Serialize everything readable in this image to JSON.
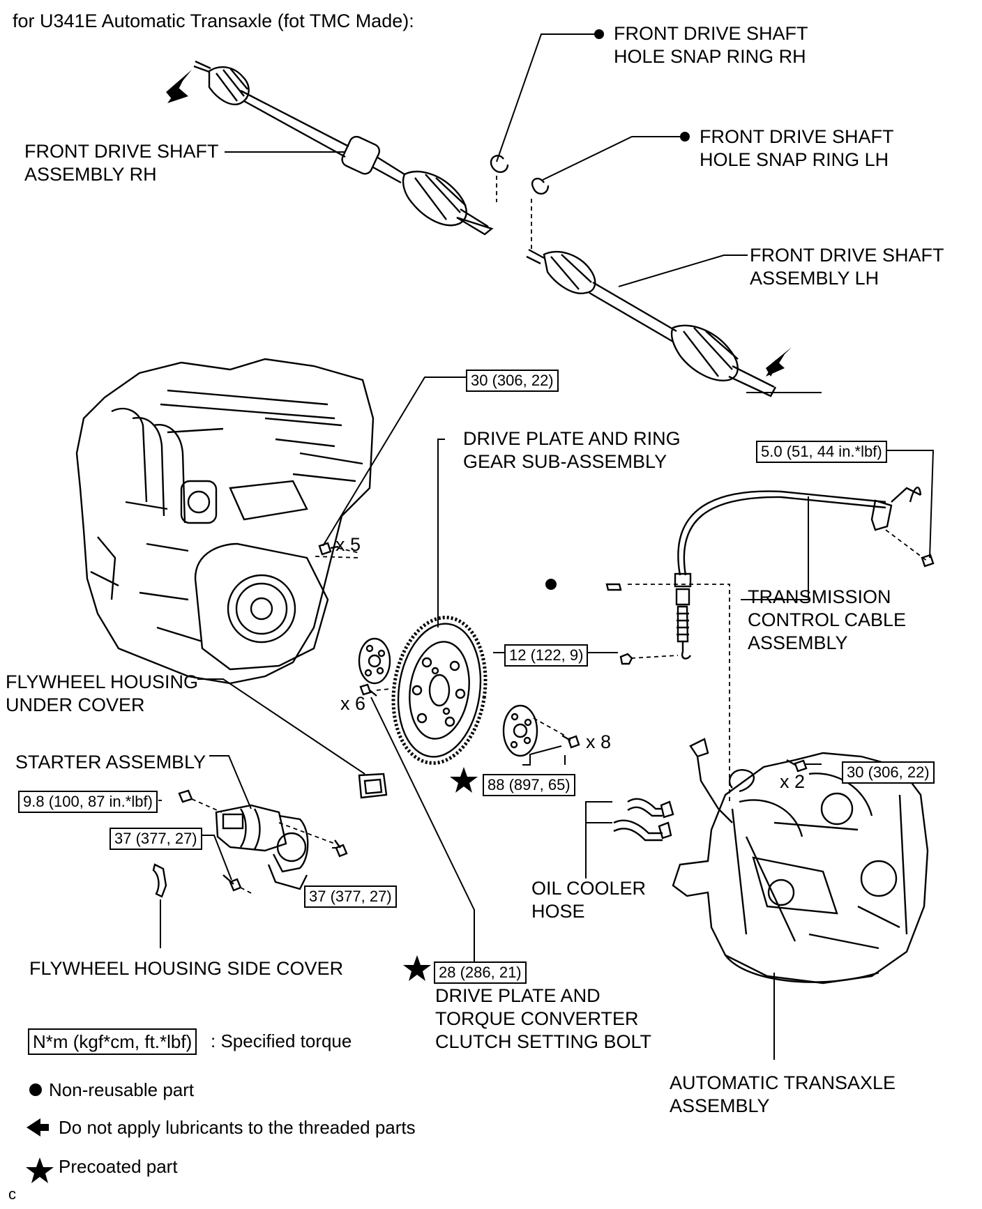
{
  "title": "for U341E Automatic Transaxle (fot TMC Made):",
  "labels": {
    "snap_ring_rh": [
      "FRONT DRIVE SHAFT",
      "HOLE SNAP RING RH"
    ],
    "snap_ring_lh": [
      "FRONT DRIVE SHAFT",
      "HOLE SNAP RING LH"
    ],
    "drive_shaft_rh": [
      "FRONT DRIVE SHAFT",
      "ASSEMBLY RH"
    ],
    "drive_shaft_lh": [
      "FRONT DRIVE SHAFT",
      "ASSEMBLY LH"
    ],
    "drive_plate": [
      "DRIVE PLATE AND RING",
      "GEAR SUB-ASSEMBLY"
    ],
    "control_cable": [
      "TRANSMISSION",
      "CONTROL CABLE",
      "ASSEMBLY"
    ],
    "flywheel_under": [
      "FLYWHEEL HOUSING",
      "UNDER COVER"
    ],
    "starter": "STARTER ASSEMBLY",
    "oil_cooler": [
      "OIL COOLER",
      "HOSE"
    ],
    "flywheel_side": "FLYWHEEL HOUSING SIDE COVER",
    "setting_bolt": [
      "DRIVE PLATE AND",
      "TORQUE CONVERTER",
      "CLUTCH SETTING BOLT"
    ],
    "transaxle": [
      "AUTOMATIC TRANSAXLE",
      "ASSEMBLY"
    ]
  },
  "torques": {
    "engine_bolts": "30 (306, 22)",
    "cable_bracket": "5.0 (51, 44 in.*lbf)",
    "cable_nut": "12 (122, 9)",
    "drive_plate_bolts": "88 (897, 65)",
    "transaxle_bolts": "30 (306, 22)",
    "starter_nut": "9.8 (100, 87 in.*lbf)",
    "starter_bolt_left": "37 (377, 27)",
    "starter_bolt_right": "37 (377, 27)",
    "setting_bolt": "28 (286, 21)"
  },
  "quantities": {
    "engine_bolts": "x 5",
    "setting_bolts": "x 6",
    "drive_plate_bolts": "x 8",
    "transaxle_bolts": "x 2"
  },
  "legend": {
    "torque_box": "N*m (kgf*cm, ft.*lbf)",
    "torque_text": ": Specified torque",
    "non_reusable": "Non-reusable part",
    "no_lubricant": "Do not apply lubricants to the threaded parts",
    "precoated": "Precoated part"
  },
  "footer_code": "c",
  "colors": {
    "line": "#000000",
    "background": "#ffffff"
  }
}
